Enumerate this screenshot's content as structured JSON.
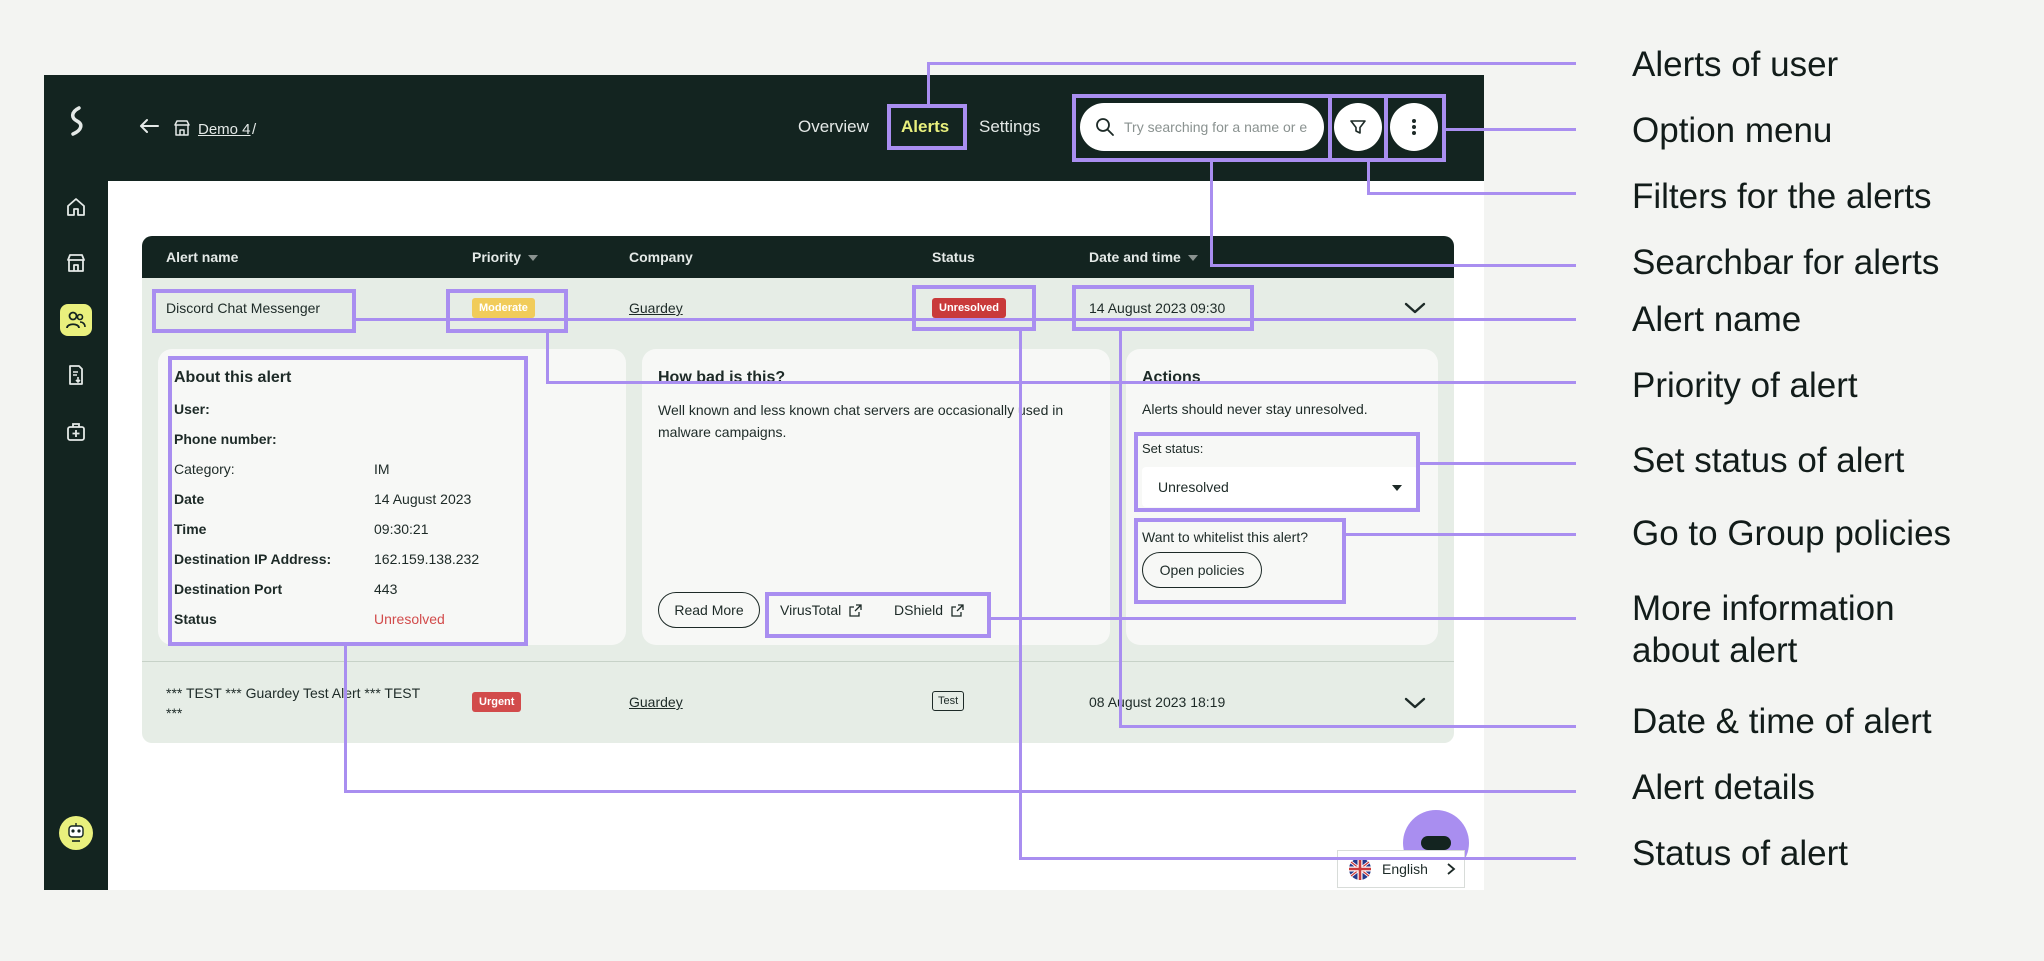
{
  "nav": {
    "breadcrumb_link": "Demo 4",
    "breadcrumb_sep": "/",
    "tabs": [
      {
        "label": "Overview"
      },
      {
        "label": "Alerts",
        "active": true
      },
      {
        "label": "Settings"
      }
    ]
  },
  "search": {
    "placeholder": "Try searching for a name or e"
  },
  "table": {
    "headers": [
      "Alert name",
      "Priority",
      "Company",
      "Status",
      "Date and time"
    ],
    "rows": [
      {
        "name": "Discord Chat Messenger",
        "priority": "Moderate",
        "company": "Guardey",
        "status": "Unresolved",
        "datetime": "14 August 2023 09:30"
      },
      {
        "name_line1": "*** TEST *** Guardey Test Alert *** TEST",
        "name_line2": "***",
        "priority": "Urgent",
        "company": "Guardey",
        "status": "Test",
        "datetime": "08 August 2023 18:19"
      }
    ]
  },
  "details": {
    "about": {
      "title": "About this alert",
      "fields": [
        {
          "label": "User:",
          "value": ""
        },
        {
          "label": "Phone number:",
          "value": ""
        },
        {
          "label": "Category:",
          "value": "IM"
        },
        {
          "label": "Date",
          "value": "14 August 2023"
        },
        {
          "label": "Time",
          "value": "09:30:21"
        },
        {
          "label": "Destination IP Address:",
          "value": "162.159.138.232"
        },
        {
          "label": "Destination Port",
          "value": "443"
        },
        {
          "label": "Status",
          "value": "Unresolved"
        }
      ]
    },
    "how_bad": {
      "title": "How bad is this?",
      "description": "Well known and less known chat servers are occasionally used in malware campaigns.",
      "read_more": "Read More",
      "links": [
        "VirusTotal",
        "DShield"
      ]
    },
    "actions": {
      "title": "Actions",
      "note": "Alerts should never stay unresolved.",
      "set_status_label": "Set status:",
      "status_value": "Unresolved",
      "whitelist_label": "Want to whitelist this alert?",
      "open_policies": "Open policies"
    }
  },
  "language": "English",
  "annotations": [
    "Alerts of user",
    "Option menu",
    "Filters for the alerts",
    "Searchbar for alerts",
    "Alert name",
    "Priority of alert",
    "Set status of alert",
    "Go to Group policies",
    "More information",
    "about alert",
    "Date & time of alert",
    "Alert details",
    "Status of alert"
  ],
  "colors": {
    "dark": "#132420",
    "accent": "#e9f07d",
    "annotation": "#a98ef0",
    "danger": "#d24b4b",
    "moderate": "#f1cc5a"
  }
}
